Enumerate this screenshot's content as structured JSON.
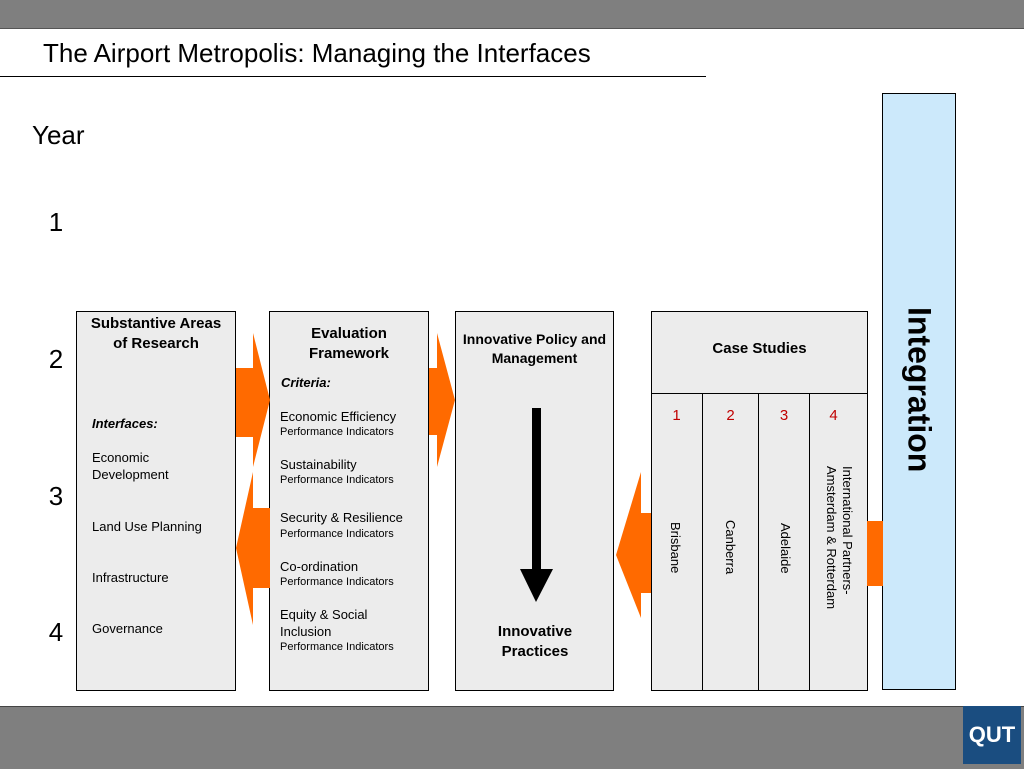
{
  "title": "The Airport Metropolis: Managing the Interfaces",
  "year_label": "Year",
  "years": [
    "1",
    "2",
    "3",
    "4"
  ],
  "substantive": {
    "heading": "Substantive Areas of Research",
    "interfaces_label": "Interfaces:",
    "items": [
      "Economic Development",
      "Land Use Planning",
      "Infrastructure",
      "Governance"
    ]
  },
  "evaluation": {
    "heading": "Evaluation Framework",
    "criteria_label": "Criteria:",
    "items": [
      {
        "name": "Economic Efficiency",
        "sub": "Performance Indicators"
      },
      {
        "name": "Sustainability",
        "sub": "Performance Indicators"
      },
      {
        "name": "Security & Resilience",
        "sub": "Performance Indicators"
      },
      {
        "name": "Co-ordination",
        "sub": "Performance Indicators"
      },
      {
        "name": "Equity & Social Inclusion",
        "sub": "Performance Indicators"
      }
    ]
  },
  "policy": {
    "heading": "Innovative Policy and Management",
    "footer": "Innovative Practices"
  },
  "case_studies": {
    "heading": "Case Studies",
    "cases": [
      {
        "num": "1",
        "name": "Brisbane"
      },
      {
        "num": "2",
        "name": "Canberra"
      },
      {
        "num": "3",
        "name": "Adelaide"
      },
      {
        "num": "4",
        "name": "International Partners- Amsterdam & Rotterdam"
      }
    ]
  },
  "integration": "Integration",
  "logo": "QUT",
  "colors": {
    "arrow_orange": "#ff6a00",
    "box_fill": "#ececec",
    "integration_fill": "#cce9fb",
    "case_number": "#c00000",
    "bar_gray": "#7f7f7f",
    "logo_blue": "#1a4d80"
  }
}
